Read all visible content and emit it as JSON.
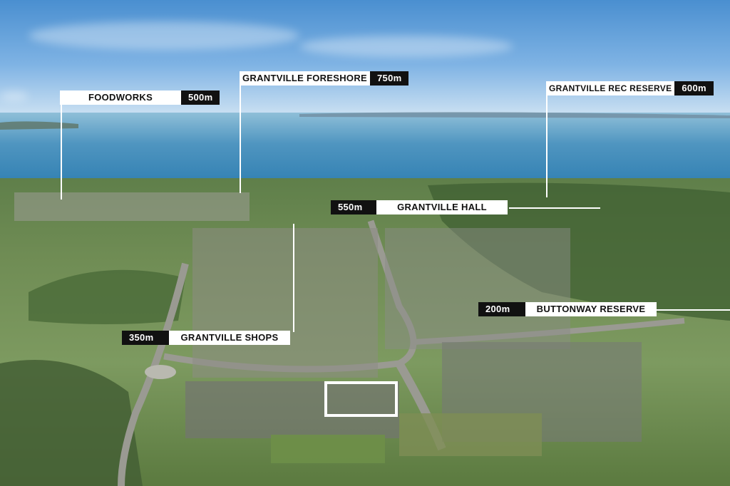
{
  "colors": {
    "label_bg": "#ffffff",
    "label_text": "#111111",
    "distance_bg": "#111111",
    "distance_text": "#ffffff",
    "highlight": "#ffffff"
  },
  "labels": [
    {
      "id": "foodworks",
      "name": "FOODWORKS",
      "distance": "500m"
    },
    {
      "id": "foreshore",
      "name": "GRANTVILLE FORESHORE",
      "distance": "750m"
    },
    {
      "id": "rec-reserve",
      "name": "GRANTVILLE REC RESERVE",
      "distance": "600m"
    },
    {
      "id": "hall",
      "name": "GRANTVILLE HALL",
      "distance": "550m"
    },
    {
      "id": "buttonway",
      "name": "BUTTONWAY RESERVE",
      "distance": "200m"
    },
    {
      "id": "shops",
      "name": "GRANTVILLE SHOPS",
      "distance": "350m"
    }
  ]
}
